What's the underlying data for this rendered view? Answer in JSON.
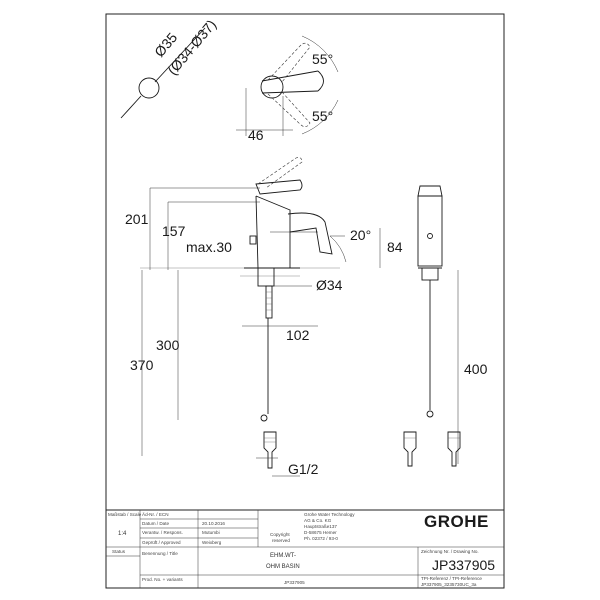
{
  "dimensions": {
    "dia_35": "Ø35",
    "dia_range": "(Ø34-Ø37)",
    "angle_top": "55°",
    "angle_bottom": "55°",
    "width_46": "46",
    "height_201": "201",
    "height_157": "157",
    "max_30": "max.30",
    "angle_20": "20°",
    "height_84": "84",
    "dia_34": "Ø34",
    "reach_102": "102",
    "len_300": "300",
    "len_370": "370",
    "len_400": "400",
    "thread": "G1/2"
  },
  "title_block": {
    "scale_label": "Maßstab / Scale",
    "scale_value": "1:4",
    "ecn_label": "Äd-Nr. / ECN",
    "date_label": "Datum / Date",
    "date_value": "20.10.2016",
    "responsible_label": "Verantw. / Respons.",
    "responsible_value": "Mutumbi",
    "approved_label": "Geprüft / Approved",
    "approved_value": "Weixberg",
    "status_label": "Status",
    "designation_label": "Benennung / Title",
    "product_no_label": "Prod. No. + variants",
    "company_lines": [
      "Grohe Water Technology",
      "AG & Co. KG",
      "Hauptstraße137",
      "D-58675 Hemer",
      "Ph. 02372 / 93-0"
    ],
    "copyright_line1": "Copyright",
    "copyright_line2": "reserved",
    "brand": "GROHE",
    "title_line1": "EHM.WT-",
    "title_line2": "OHM BASIN",
    "product_no": "JP337905",
    "drawing_no_label": "Zeichnung Nr. / Drawing No.",
    "drawing_no": "JP337905",
    "reference_label": "TPI-Referenz / TPI-Reference",
    "reference_value": "JP337905_3235730UC_3a"
  }
}
